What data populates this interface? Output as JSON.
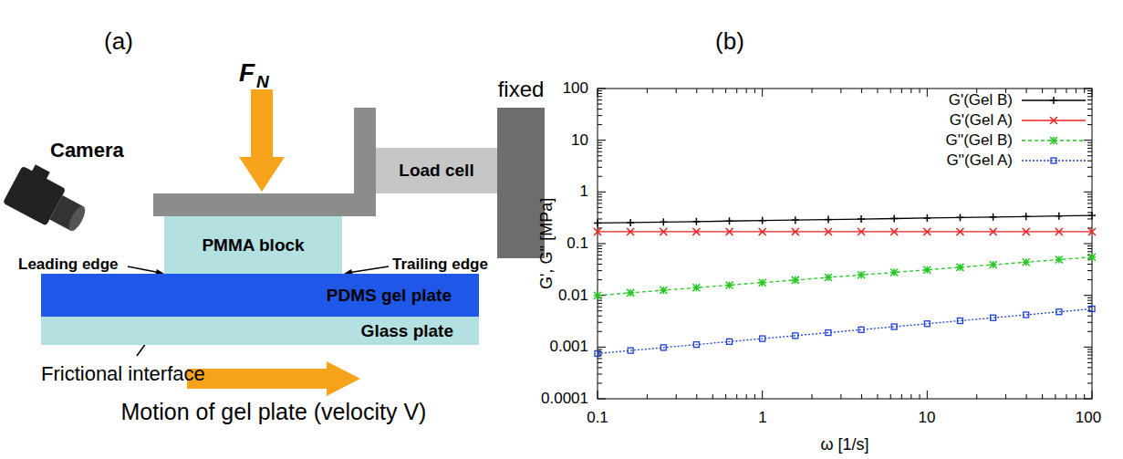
{
  "diagram": {
    "nodes": [
      {
        "text": [
          "PMMA block"
        ]
      },
      {
        "text": [
          "PDMS gel plate"
        ]
      },
      {
        "text": [
          "Glass plate"
        ]
      },
      {
        "text": [
          "Load cell"
        ]
      },
      {
        "text": [
          "fixed"
        ]
      }
    ],
    "labels": [
      "(a)",
      "F",
      "N",
      "Camera",
      "Leading edge",
      "Trailing edge",
      "Frictional interface",
      "Motion of gel plate (velocity V)",
      "(b)",
      "100",
      "10",
      "1",
      "0.1",
      "0.01",
      "0.001",
      "0.0001",
      "0.1",
      "1",
      "10",
      "100",
      "G', G'' [MPa]",
      "ω [1/s]"
    ],
    "legend": [
      {
        "text": "G'(Gel B)"
      },
      {
        "text": "G'(Gel A)"
      },
      {
        "text": "G''(Gel B)"
      },
      {
        "text": "G''(Gel A)"
      }
    ]
  }
}
